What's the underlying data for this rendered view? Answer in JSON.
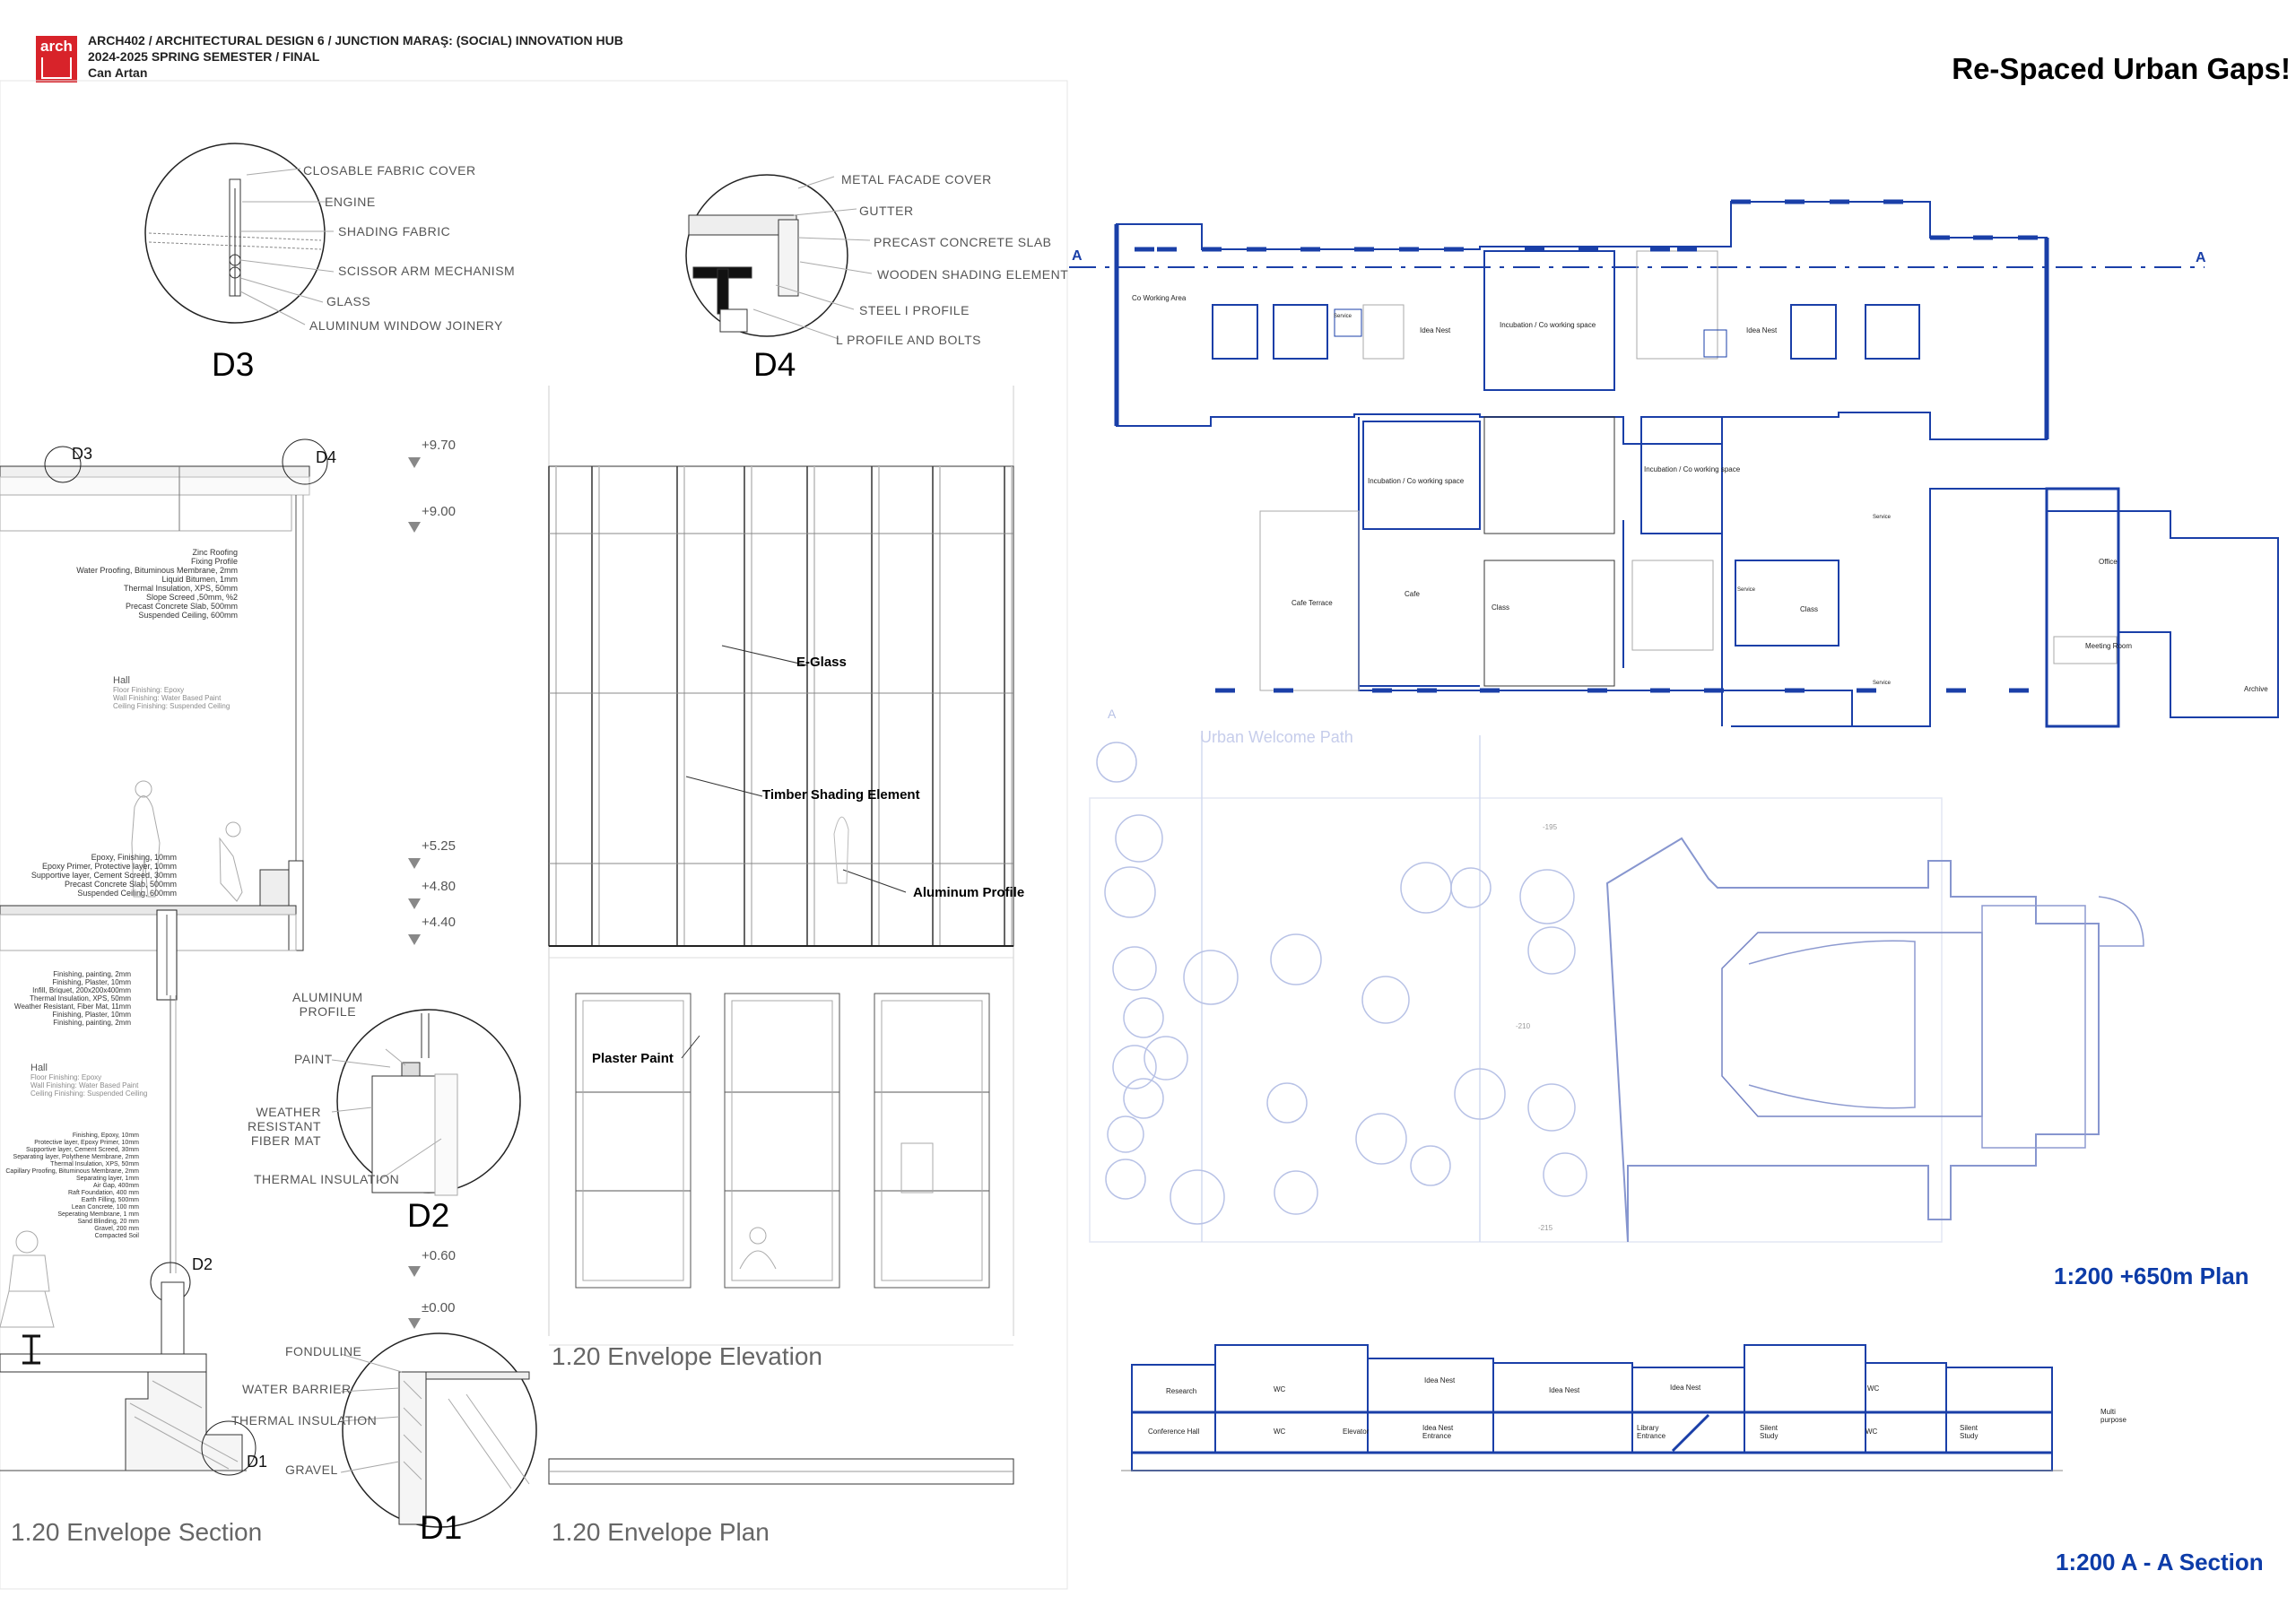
{
  "header": {
    "logo_text": "arch",
    "course": "ARCH402 / ARCHITECTURAL DESIGN 6 / JUNCTION MARAŞ: (SOCIAL) INNOVATION HUB",
    "semester": "2024-2025 SPRING SEMESTER / FINAL",
    "author": "Can Artan"
  },
  "title": "Re-Spaced Urban Gaps!",
  "details": {
    "d3": {
      "label": "D3",
      "callouts": [
        "CLOSABLE FABRIC  COVER",
        "ENGINE",
        "SHADING FABRIC",
        "SCISSOR ARM MECHANISM",
        "GLASS",
        "ALUMINUM WINDOW JOINERY"
      ]
    },
    "d4": {
      "label": "D4",
      "callouts": [
        "METAL FACADE COVER",
        "GUTTER",
        "PRECAST CONCRETE SLAB",
        "WOODEN SHADING ELEMENT",
        "STEEL I PROFILE",
        "L PROFILE AND BOLTS"
      ]
    },
    "d2": {
      "label": "D2",
      "callouts": [
        "ALUMINUM",
        "PROFILE",
        "PAINT",
        "WEATHER RESISTANT",
        "FIBER MAT",
        "THERMAL INSULATION"
      ]
    },
    "d1": {
      "label": "D1",
      "callouts": [
        "FONDULINE",
        "WATER BARRIER",
        "THERMAL INSULATION",
        "GRAVEL"
      ]
    }
  },
  "section": {
    "markers": {
      "d3": "D3",
      "d4": "D4",
      "d2": "D2",
      "d1": "D1"
    },
    "levels": [
      "+9.70",
      "+9.00",
      "+5.25",
      "+4.80",
      "+4.40",
      "+0.60",
      "±0.00"
    ],
    "roof_layers": [
      "Zinc Roofing",
      "Fixing Profile",
      "Water Proofing, Bituminous Membrane, 2mm",
      "Liquid Bitumen, 1mm",
      "Thermal Insulation, XPS, 50mm",
      "Slope Screed ,50mm, %2",
      "Precast Concrete Slab, 500mm",
      "Suspended Ceiling, 600mm"
    ],
    "hall_upper": {
      "title": "Hall",
      "notes": [
        "Floor Finishing: Epoxy",
        "Wall Finishing: Water Based Paint",
        "Ceiling Finishing: Suspended Ceiling"
      ]
    },
    "floor_layers": [
      "Epoxy, Finishing, 10mm",
      "Epoxy Primer, Protective layer, 10mm",
      "Supportive layer, Cement Screed, 30mm",
      "Precast Concrete Slab, 500mm",
      "Suspended Ceiling, 600mm"
    ],
    "wall_layers": [
      "Finishing, painting, 2mm",
      "Finishing, Plaster, 10mm",
      "Infill, Briquet, 200x200x400mm",
      "Thermal Insulation, XPS, 50mm",
      "Weather Resistant, Fiber Mat, 11mm",
      "Finishing, Plaster, 10mm",
      "Finishing, painting, 2mm"
    ],
    "hall_lower": {
      "title": "Hall",
      "notes": [
        "Floor Finishing: Epoxy",
        "Wall Finishing: Water Based Paint",
        "Ceiling Finishing: Suspended Ceiling"
      ]
    },
    "ground_layers": [
      "Finishing, Epoxy, 10mm",
      "Protective layer, Epoxy Primer, 10mm",
      "Supportive layer, Cement Screed, 30mm",
      "Separating layer, Polythene Membrane, 2mm",
      "Thermal Insulation, XPS, 50mm",
      "Capillary Proofing, Bituminous Membrane, 2mm",
      "Separating layer, 1mm",
      "Air Gap, 400mm",
      "Raft Foundation, 400 mm",
      "Earth Filling, 500mm",
      "Lean Concrete, 100 mm",
      "Seperating Membrane, 1 mm",
      "Sand Blinding, 20 mm",
      "Gravel, 200 mm",
      "Compacted Soil"
    ]
  },
  "elevation": {
    "labels": [
      "E-Glass",
      "Timber Shading Element",
      "Aluminum  Profile",
      "Plaster Paint"
    ]
  },
  "captions": {
    "section": "1.20 Envelope Section",
    "elevation": "1.20 Envelope Elevation",
    "plan": "1.20 Envelope Plan",
    "big_plan": "1:200 +650m Plan",
    "big_section": "1:200 A - A Section"
  },
  "plan": {
    "section_marks": [
      "A",
      "A",
      "A"
    ],
    "rooms": [
      "Co Working Area",
      "Idea Nest",
      "Incubation / Co working space",
      "Idea Nest",
      "Incubation / Co working space",
      "Incubation / Co working space",
      "Cafe Terrace",
      "Cafe",
      "Class",
      "Class",
      "Office",
      "Meeting Room",
      "Archive",
      "Service",
      "Service",
      "Service",
      "Service"
    ],
    "site_label": "Urban Welcome Path",
    "site_levels": [
      "-195",
      "-210",
      "-215"
    ]
  },
  "aa_section": {
    "rooms": [
      "Research",
      "WC",
      "Idea Nest",
      "Idea Nest",
      "Idea Nest",
      "WC",
      "Conference Hall",
      "WC",
      "Elevator",
      "Idea Nest Entrance",
      "Library Entrance",
      "Silent Study",
      "WC",
      "Silent Study",
      "Multi purpose"
    ]
  },
  "colors": {
    "plan_blue": "#1a3fa8",
    "caption_blue": "#0d3ca8",
    "logo_red": "#d8232a",
    "faded_blue": "#b8c2e6"
  }
}
